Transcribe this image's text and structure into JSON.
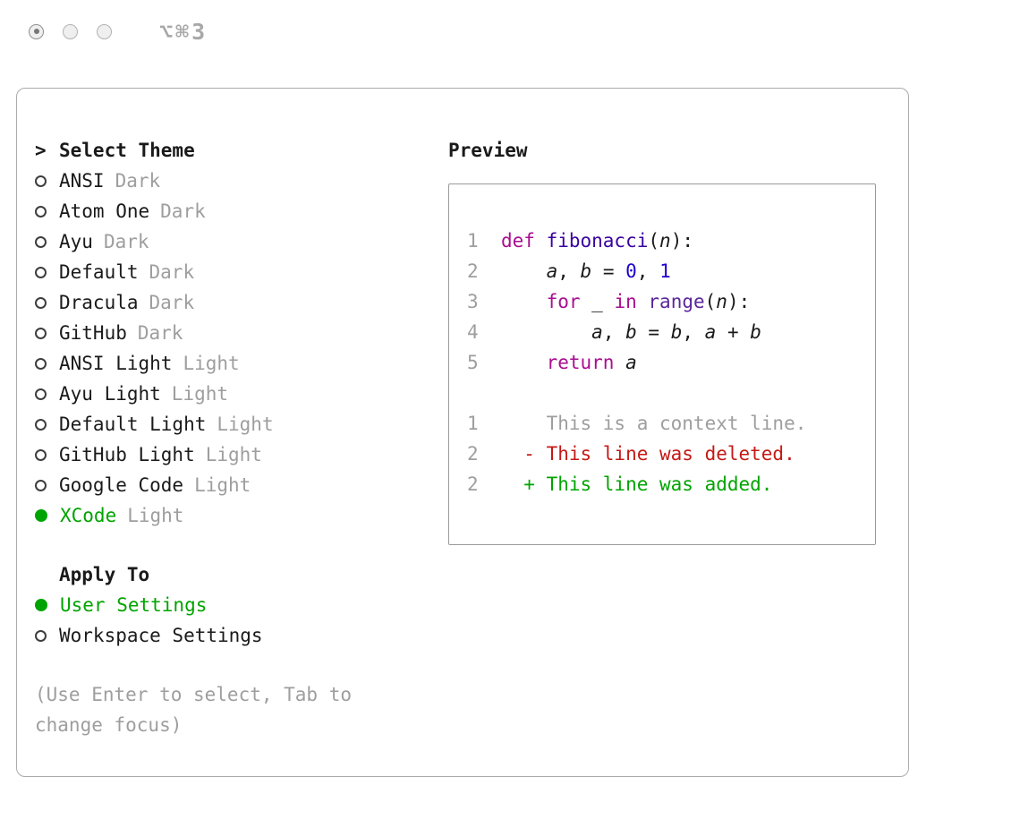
{
  "window": {
    "shortcut": "⌥⌘3"
  },
  "colors": {
    "ui_green": "#00a400",
    "gray": "#9e9e9e",
    "plain": "#1a1a1a",
    "keyword": "#a90d91",
    "function": "#3900a0",
    "builtin": "#5b269a",
    "number": "#1c01ce",
    "red": "#c41a16",
    "diff_green": "#00a400"
  },
  "theme_panel": {
    "title_prefix": ">",
    "title": "Select Theme",
    "items": [
      {
        "name": "ANSI",
        "variant": "Dark",
        "selected": false
      },
      {
        "name": "Atom One",
        "variant": "Dark",
        "selected": false
      },
      {
        "name": "Ayu",
        "variant": "Dark",
        "selected": false
      },
      {
        "name": "Default",
        "variant": "Dark",
        "selected": false
      },
      {
        "name": "Dracula",
        "variant": "Dark",
        "selected": false
      },
      {
        "name": "GitHub",
        "variant": "Dark",
        "selected": false
      },
      {
        "name": "ANSI Light",
        "variant": "Light",
        "selected": false
      },
      {
        "name": "Ayu Light",
        "variant": "Light",
        "selected": false
      },
      {
        "name": "Default Light",
        "variant": "Light",
        "selected": false
      },
      {
        "name": "GitHub Light",
        "variant": "Light",
        "selected": false
      },
      {
        "name": "Google Code",
        "variant": "Light",
        "selected": false
      },
      {
        "name": "XCode",
        "variant": "Light",
        "selected": true
      }
    ],
    "apply_to": {
      "title": "Apply To",
      "options": [
        {
          "label": "User Settings",
          "selected": true
        },
        {
          "label": "Workspace Settings",
          "selected": false
        }
      ]
    },
    "hint": "(Use Enter to select, Tab to change focus)"
  },
  "preview": {
    "title": "Preview",
    "lines": [
      {
        "num": "1",
        "kind": "code",
        "segments": [
          {
            "t": "def ",
            "c": "keyword"
          },
          {
            "t": "fibonacci",
            "c": "function"
          },
          {
            "t": "(",
            "c": "plain"
          },
          {
            "t": "n",
            "c": "plain",
            "i": true
          },
          {
            "t": "):",
            "c": "plain"
          }
        ]
      },
      {
        "num": "2",
        "kind": "code",
        "segments": [
          {
            "t": "    ",
            "c": "plain"
          },
          {
            "t": "a",
            "c": "plain",
            "i": true
          },
          {
            "t": ", ",
            "c": "plain"
          },
          {
            "t": "b",
            "c": "plain",
            "i": true
          },
          {
            "t": " = ",
            "c": "plain"
          },
          {
            "t": "0",
            "c": "number"
          },
          {
            "t": ", ",
            "c": "plain"
          },
          {
            "t": "1",
            "c": "number"
          }
        ]
      },
      {
        "num": "3",
        "kind": "code",
        "segments": [
          {
            "t": "    ",
            "c": "plain"
          },
          {
            "t": "for",
            "c": "keyword"
          },
          {
            "t": " _ ",
            "c": "plain"
          },
          {
            "t": "in",
            "c": "keyword"
          },
          {
            "t": " ",
            "c": "plain"
          },
          {
            "t": "range",
            "c": "builtin"
          },
          {
            "t": "(",
            "c": "plain"
          },
          {
            "t": "n",
            "c": "plain",
            "i": true
          },
          {
            "t": "):",
            "c": "plain"
          }
        ]
      },
      {
        "num": "4",
        "kind": "code",
        "segments": [
          {
            "t": "        ",
            "c": "plain"
          },
          {
            "t": "a",
            "c": "plain",
            "i": true
          },
          {
            "t": ", ",
            "c": "plain"
          },
          {
            "t": "b",
            "c": "plain",
            "i": true
          },
          {
            "t": " = ",
            "c": "plain"
          },
          {
            "t": "b",
            "c": "plain",
            "i": true
          },
          {
            "t": ", ",
            "c": "plain"
          },
          {
            "t": "a",
            "c": "plain",
            "i": true
          },
          {
            "t": " + ",
            "c": "plain"
          },
          {
            "t": "b",
            "c": "plain",
            "i": true
          }
        ]
      },
      {
        "num": "5",
        "kind": "code",
        "segments": [
          {
            "t": "    ",
            "c": "plain"
          },
          {
            "t": "return",
            "c": "keyword"
          },
          {
            "t": " ",
            "c": "plain"
          },
          {
            "t": "a",
            "c": "plain",
            "i": true
          }
        ]
      },
      {
        "blank": true
      },
      {
        "num": "1",
        "kind": "context",
        "segments": [
          {
            "t": "    This is a context line.",
            "c": "gray"
          }
        ]
      },
      {
        "num": "2",
        "kind": "deleted",
        "segments": [
          {
            "t": "  - This line was deleted.",
            "c": "red"
          }
        ]
      },
      {
        "num": "2",
        "kind": "added",
        "segments": [
          {
            "t": "  + This line was added.",
            "c": "diff_green"
          }
        ]
      }
    ]
  }
}
